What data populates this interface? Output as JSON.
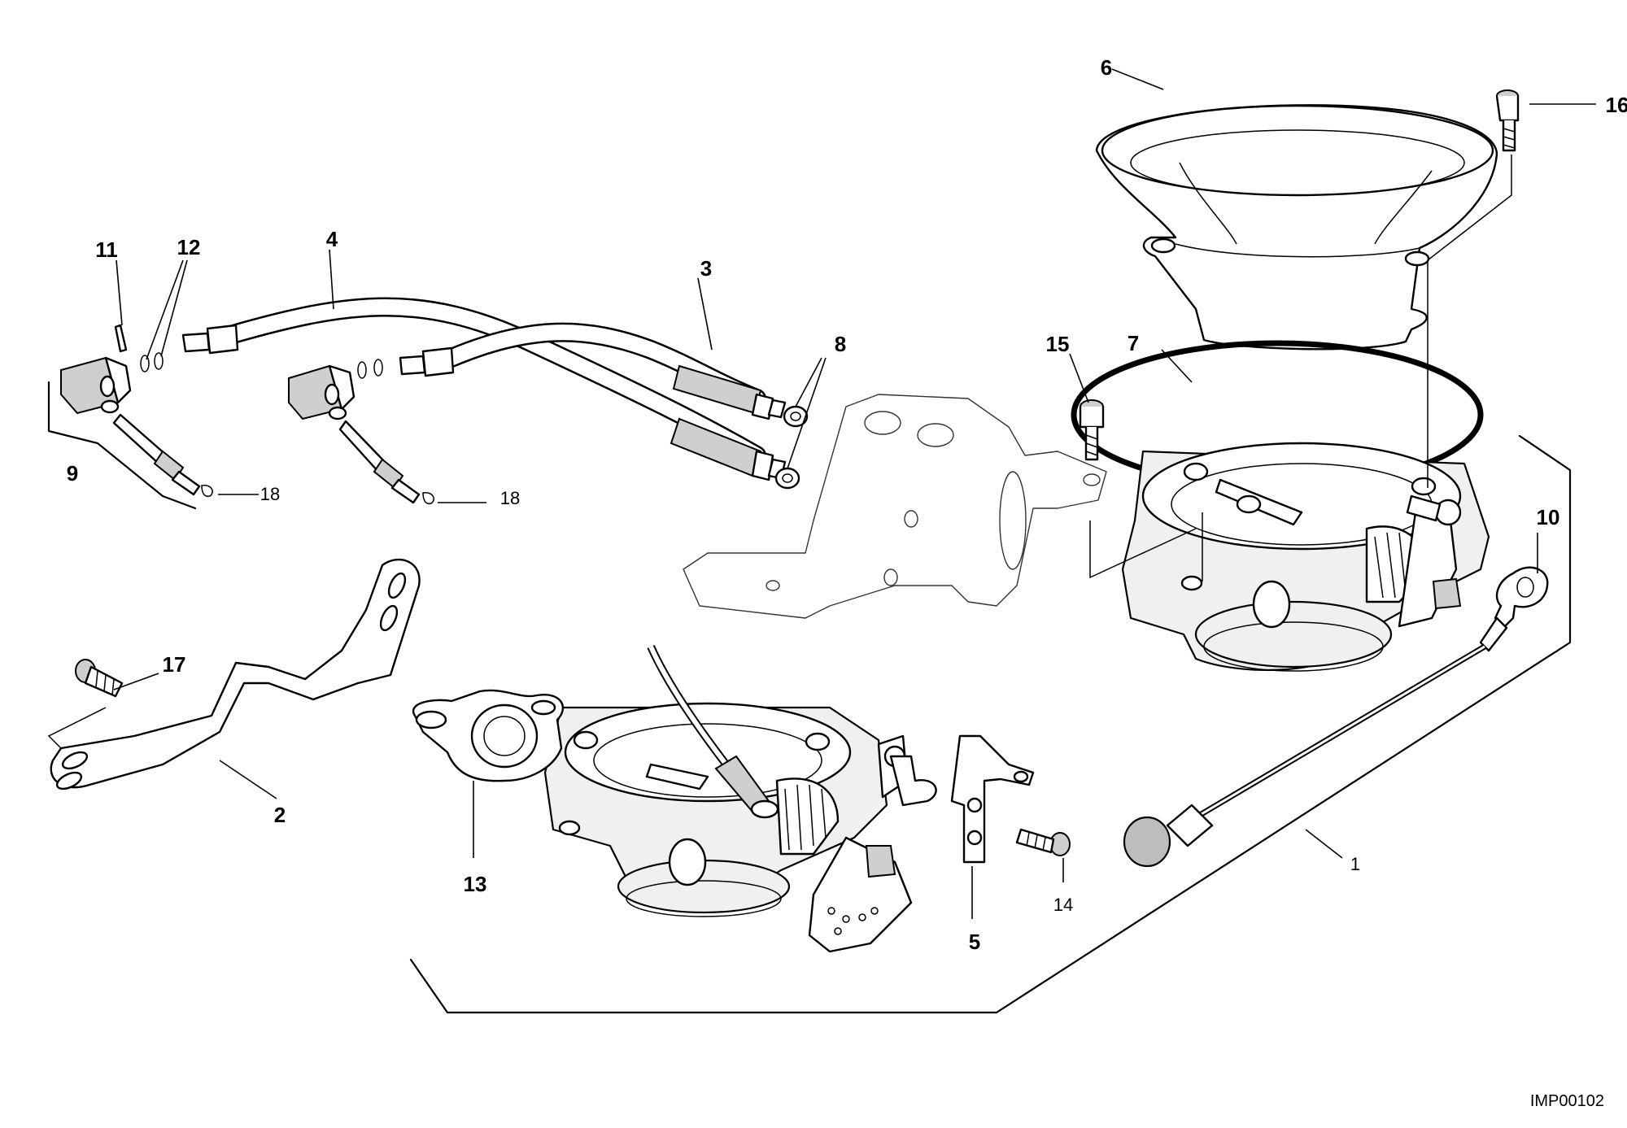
{
  "diagram": {
    "catalog_code": "IMP00102",
    "callouts": {
      "c1": "1",
      "c2": "2",
      "c3": "3",
      "c4": "4",
      "c5": "5",
      "c6": "6",
      "c7": "7",
      "c8": "8",
      "c9": "9",
      "c10": "10",
      "c11": "11",
      "c12": "12",
      "c13": "13",
      "c14": "14",
      "c15": "15",
      "c16": "16",
      "c17": "17",
      "c18a": "18",
      "c18b": "18"
    }
  }
}
